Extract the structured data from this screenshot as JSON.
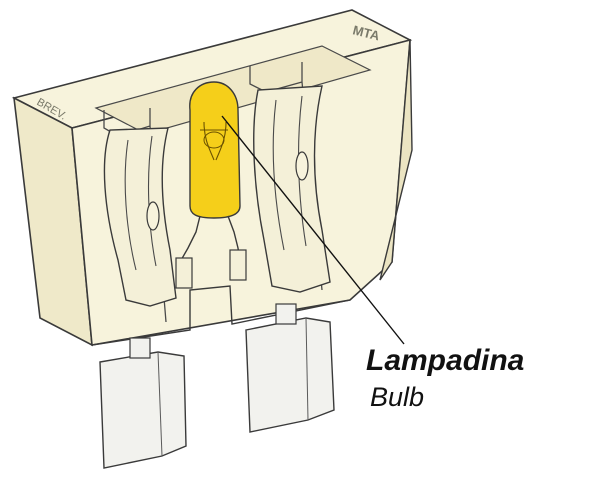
{
  "callout": {
    "title": "Lampadina",
    "subtitle": "Bulb"
  },
  "markings": {
    "brand_text": "MTA",
    "left_text": "BREV."
  },
  "colors": {
    "housing": "#f7f3dc",
    "housing_shadow": "#e9e3c1",
    "bulb": "#f5cf1a",
    "outline": "#3a3a3a",
    "blade": "#f2f2ee"
  }
}
